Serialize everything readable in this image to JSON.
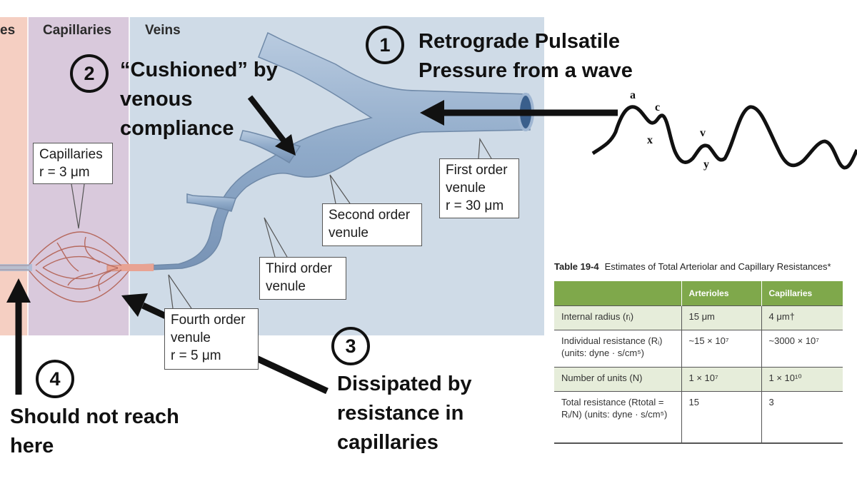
{
  "regions": {
    "arteries_partial": "es",
    "capillaries": "Capillaries",
    "veins": "Veins"
  },
  "callouts": {
    "capillaries": [
      "Capillaries",
      "r = 3 μm"
    ],
    "fourth_order": [
      "Fourth order",
      "venule",
      "r = 5 μm"
    ],
    "third_order": [
      "Third order",
      "venule"
    ],
    "second_order": [
      "Second order",
      "venule"
    ],
    "first_order": [
      "First order",
      "venule",
      "r = 30 μm"
    ]
  },
  "annotations": [
    {
      "number": "1",
      "lines": [
        "Retrograde Pulsatile",
        "Pressure from a wave"
      ]
    },
    {
      "number": "2",
      "lines": [
        "“Cushioned” by",
        "venous",
        "compliance"
      ]
    },
    {
      "number": "3",
      "lines": [
        "Dissipated by",
        "resistance in",
        "capillaries"
      ]
    },
    {
      "number": "4",
      "lines": [
        "Should not reach",
        "here"
      ]
    }
  ],
  "wave_labels": [
    "a",
    "c",
    "x",
    "v",
    "y"
  ],
  "table": {
    "number": "Table 19-4",
    "title": "Estimates of Total Arteriolar and Capillary Resistances*",
    "columns": [
      "",
      "Arterioles",
      "Capillaries"
    ],
    "rows": [
      {
        "label": "Internal radius (rᵢ)",
        "arterioles": "15 μm",
        "capillaries": "4 μm†"
      },
      {
        "label": "Individual resistance (Rᵢ) (units: dyne · s/cm⁵)",
        "arterioles": "~15 × 10⁷",
        "capillaries": "~3000 × 10⁷"
      },
      {
        "label": "Number of units (N)",
        "arterioles": "1 × 10⁷",
        "capillaries": "1 × 10¹⁰"
      },
      {
        "label": "Total resistance (Rtotal = Rᵢ/N) (units: dyne · s/cm⁵)",
        "arterioles": "15",
        "capillaries": "3"
      }
    ]
  },
  "colors": {
    "arteries_bg": "#f5cfc2",
    "capillaries_bg": "#d9c9dc",
    "veins_bg": "#cfdbe7",
    "vessel_fill": "#9fb6d2",
    "vessel_edge": "#6f89a8",
    "table_header": "#7fa84b",
    "table_shade": "#e6edda"
  }
}
